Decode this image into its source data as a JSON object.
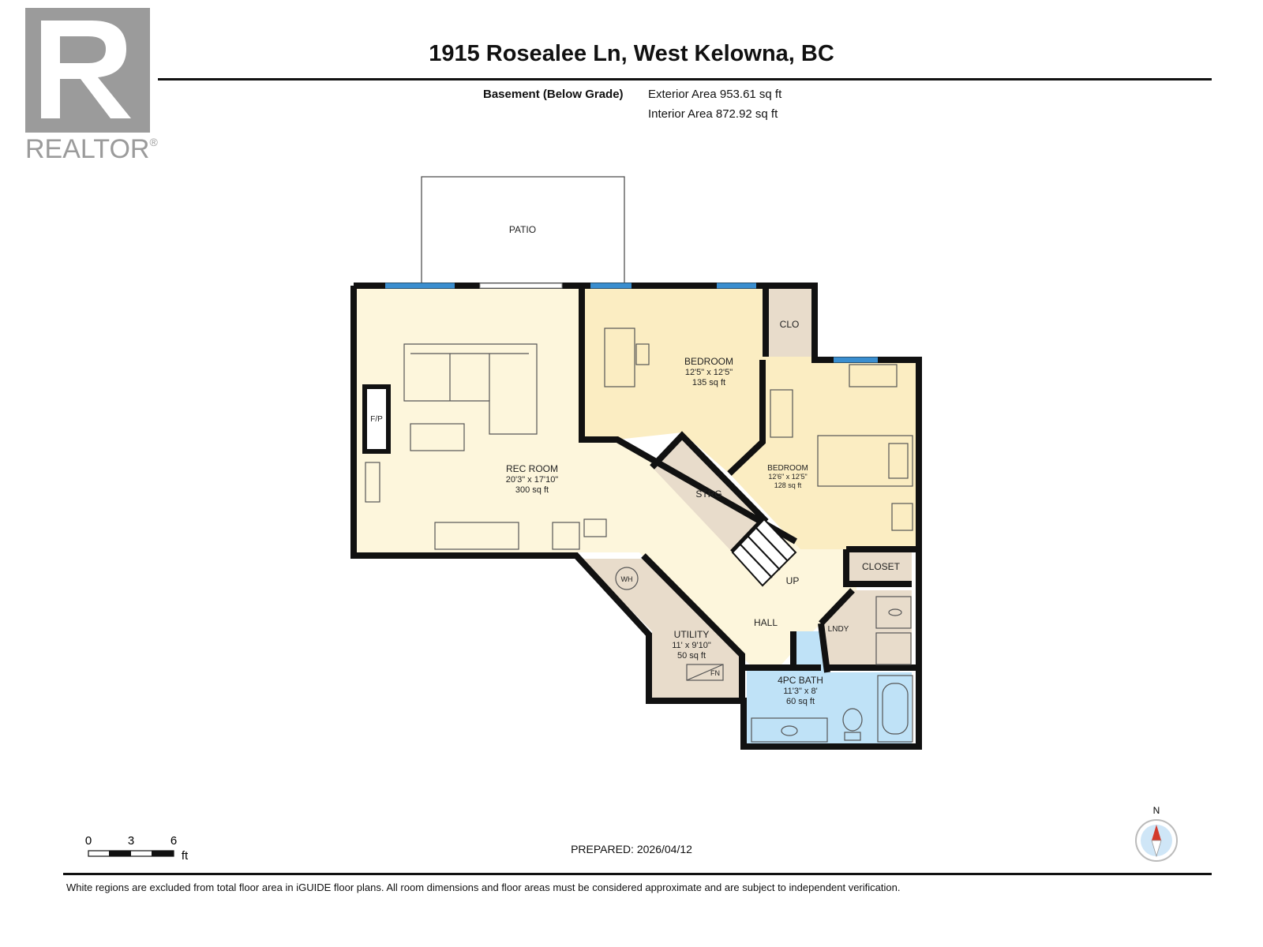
{
  "brand": {
    "logo_letter": "R",
    "logo_text": "REALTOR",
    "logo_mark": "®"
  },
  "header": {
    "address": "1915 Rosealee Ln, West Kelowna, BC",
    "level": "Basement (Below Grade)",
    "exterior_area": "Exterior Area 953.61 sq ft",
    "interior_area": "Interior Area 872.92 sq ft"
  },
  "rooms": {
    "patio": {
      "name": "PATIO"
    },
    "rec_room": {
      "name": "REC ROOM",
      "dims": "20'3\" x 17'10\"",
      "area": "300 sq ft"
    },
    "bedroom1": {
      "name": "BEDROOM",
      "dims": "12'5\" x 12'5\"",
      "area": "135 sq ft"
    },
    "bedroom2": {
      "name": "BEDROOM",
      "dims": "12'6\" x 12'5\"",
      "area": "128 sq ft"
    },
    "clo": {
      "name": "CLO"
    },
    "strg": {
      "name": "STRG"
    },
    "closet": {
      "name": "CLOSET"
    },
    "lndy": {
      "name": "LNDY"
    },
    "hall": {
      "name": "HALL"
    },
    "up": {
      "name": "UP"
    },
    "utility": {
      "name": "UTILITY",
      "dims": "11' x 9'10\"",
      "area": "50 sq ft"
    },
    "bath": {
      "name": "4PC BATH",
      "dims": "11'3\" x 8'",
      "area": "60 sq ft"
    },
    "fp": {
      "name": "F/P"
    },
    "wh": {
      "name": "WH"
    },
    "fn": {
      "name": "FN"
    }
  },
  "colors": {
    "rec_room": "#fdf6dc",
    "bedroom": "#fbedc2",
    "service": "#e8dccb",
    "bath": "#bfe2f7",
    "wall": "#111111",
    "window": "#3a8ecf"
  },
  "scale_bar": {
    "ticks": [
      "0",
      "3",
      "6"
    ],
    "unit": "ft"
  },
  "compass": {
    "label": "N"
  },
  "footer": {
    "prepared": "PREPARED: 2026/04/12",
    "disclaimer": "White regions are excluded from total floor area in iGUIDE floor plans. All room dimensions and floor areas must be considered approximate and are subject to independent verification."
  }
}
